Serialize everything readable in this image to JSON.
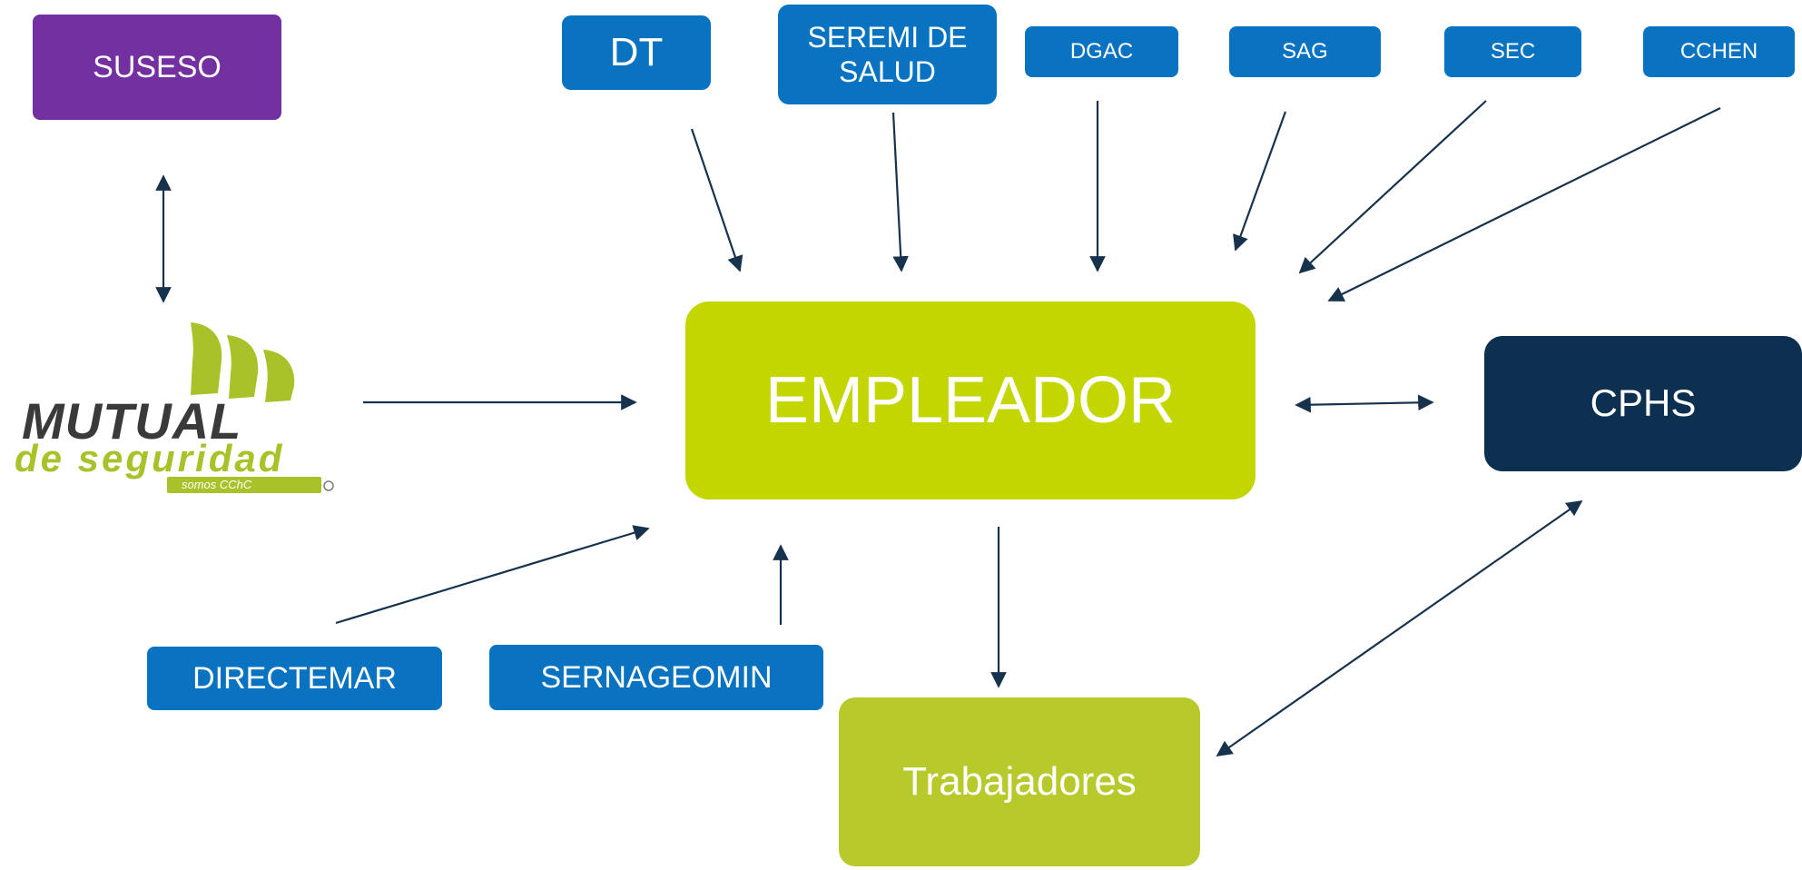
{
  "colors": {
    "agency_blue": "#0a73c1",
    "suseso_purple": "#7230a0",
    "empleador_green": "#c3d600",
    "trabajadores_green": "#b7c92b",
    "cphs_navy": "#0d3050",
    "arrow": "#17324d",
    "logo_dark": "#3a3a3a",
    "logo_green": "#a9c22a"
  },
  "nodes": {
    "suseso": "SUSESO",
    "dt": "DT",
    "seremi_line1": "SEREMI DE",
    "seremi_line2": "SALUD",
    "dgac": "DGAC",
    "sag": "SAG",
    "sec": "SEC",
    "cchen": "CCHEN",
    "empleador": "EMPLEADOR",
    "cphs": "CPHS",
    "directemar": "DIRECTEMAR",
    "sernageomin": "SERNAGEOMIN",
    "trabajadores": "Trabajadores"
  },
  "logo": {
    "brand": "MUTUAL",
    "tagline": "de seguridad",
    "badge": "somos CChC"
  },
  "edges": [
    {
      "from": "SUSESO",
      "to": "Mutual de Seguridad",
      "direction": "both"
    },
    {
      "from": "Mutual de Seguridad",
      "to": "EMPLEADOR",
      "direction": "forward"
    },
    {
      "from": "DT",
      "to": "EMPLEADOR",
      "direction": "forward"
    },
    {
      "from": "SEREMI DE SALUD",
      "to": "EMPLEADOR",
      "direction": "forward"
    },
    {
      "from": "DGAC",
      "to": "EMPLEADOR",
      "direction": "forward"
    },
    {
      "from": "SAG",
      "to": "EMPLEADOR",
      "direction": "forward"
    },
    {
      "from": "SEC",
      "to": "EMPLEADOR",
      "direction": "forward"
    },
    {
      "from": "CCHEN",
      "to": "EMPLEADOR",
      "direction": "forward"
    },
    {
      "from": "EMPLEADOR",
      "to": "CPHS",
      "direction": "both"
    },
    {
      "from": "DIRECTEMAR",
      "to": "EMPLEADOR",
      "direction": "forward"
    },
    {
      "from": "SERNAGEOMIN",
      "to": "EMPLEADOR",
      "direction": "forward"
    },
    {
      "from": "EMPLEADOR",
      "to": "Trabajadores",
      "direction": "forward"
    },
    {
      "from": "CPHS",
      "to": "Trabajadores",
      "direction": "both"
    }
  ]
}
